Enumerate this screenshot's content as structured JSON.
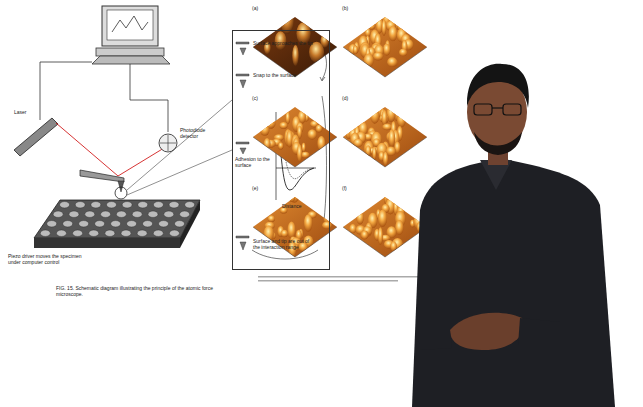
{
  "diagram": {
    "nodes": [
      {
        "text": [
          "Surface approaches the tip",
          "Snap to the surface",
          "Adhesion to the surface",
          "Surface and tip are out of the interaction range"
        ]
      }
    ],
    "labels": [
      "Laser",
      "Photodiode detector",
      "Piezo driver moves the specimen under computer control",
      "FIG. 15. Schematic diagram illustrating the principle of the atomic force microscope.",
      "Distance",
      "(a)",
      "(b)",
      "(c)",
      "(d)",
      "(e)",
      "(f)"
    ]
  }
}
